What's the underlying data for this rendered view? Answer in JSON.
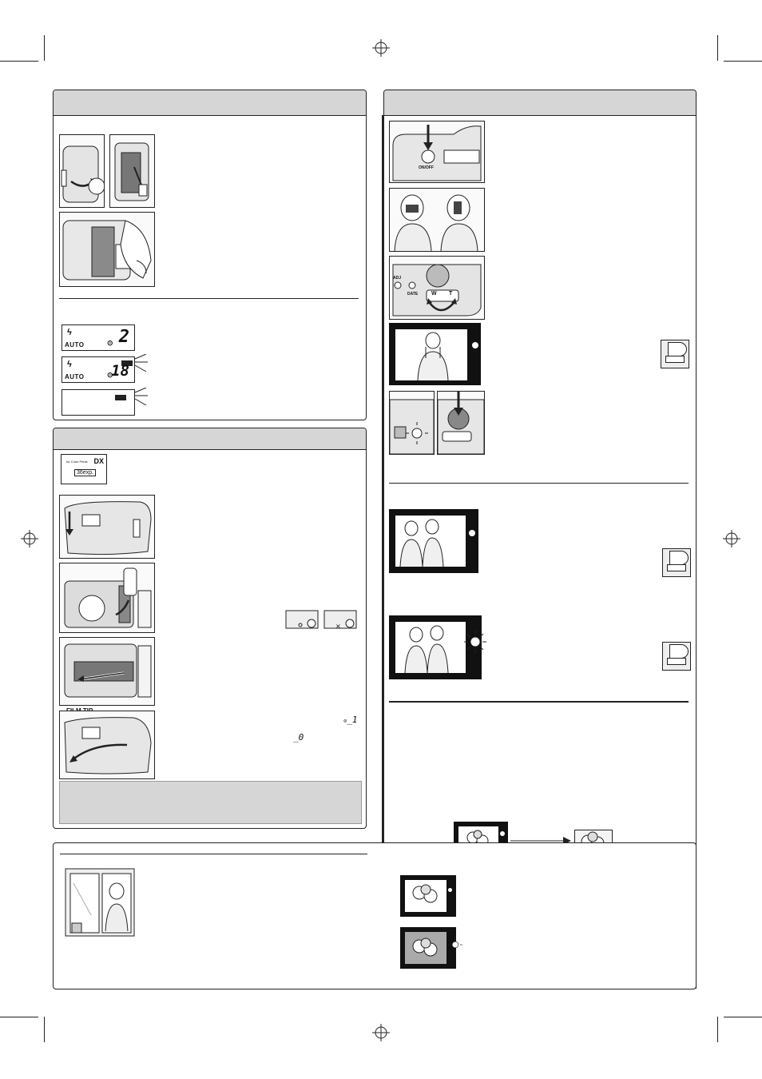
{
  "labels": {
    "on_off": "ON/OFF",
    "adj": "ADJ",
    "date": "DATE",
    "wide": "W",
    "tele": "T",
    "film_tip": "FILM TIP",
    "film_box_dx": "DX",
    "film_box_count": "36exp.",
    "film_box_text": "for Color Prints"
  },
  "lcd_displays": [
    {
      "flash": "AUTO",
      "counter": "2"
    },
    {
      "flash": "AUTO",
      "counter": "18"
    },
    {
      "flash": "",
      "counter": ""
    }
  ],
  "counter_glyphs": {
    "first": "1",
    "zero": "0"
  },
  "icons": {
    "flash": "lightning-bolt-icon",
    "self_timer": "self-timer-icon",
    "battery": "battery-icon",
    "shutter_finger": "finger-press-button-icon"
  }
}
